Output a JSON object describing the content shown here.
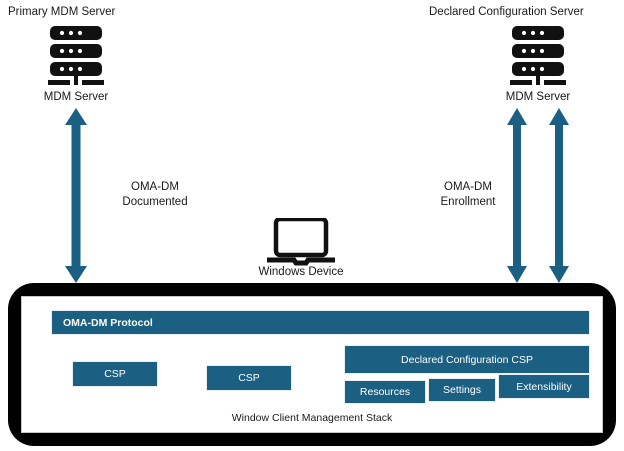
{
  "diagram": {
    "title_left": "Primary MDM Server",
    "title_right": "Declared Configuration Server",
    "left_server_caption": "MDM Server",
    "right_server_caption": "MDM Server",
    "device_caption": "Windows  Device",
    "edge_left_label": "OMA-DM\nDocumented",
    "edge_right_label": "OMA-DM\nEnrollment",
    "colors": {
      "teal": "#1b5f82",
      "arrow": "#1b5f82",
      "icon_black": "#111111",
      "shell_black": "#000000",
      "text": "#1a1a1a",
      "panel_white": "#ffffff"
    },
    "icons": {
      "left_server": "server-rack-icon",
      "right_server": "server-rack-icon",
      "device": "laptop-icon",
      "arrow_left": "double-headed-arrow-icon",
      "arrow_right_1": "double-headed-arrow-icon",
      "arrow_right_2": "double-headed-arrow-icon"
    },
    "stack": {
      "protocol_bar": "OMA-DM Protocol",
      "caption": "Window Client Management Stack",
      "boxes": [
        {
          "label": "CSP"
        },
        {
          "label": "CSP"
        },
        {
          "label": "Declared Configuration CSP"
        },
        {
          "label": "Resources"
        },
        {
          "label": "Settings"
        },
        {
          "label": "Extensibility"
        }
      ]
    }
  }
}
